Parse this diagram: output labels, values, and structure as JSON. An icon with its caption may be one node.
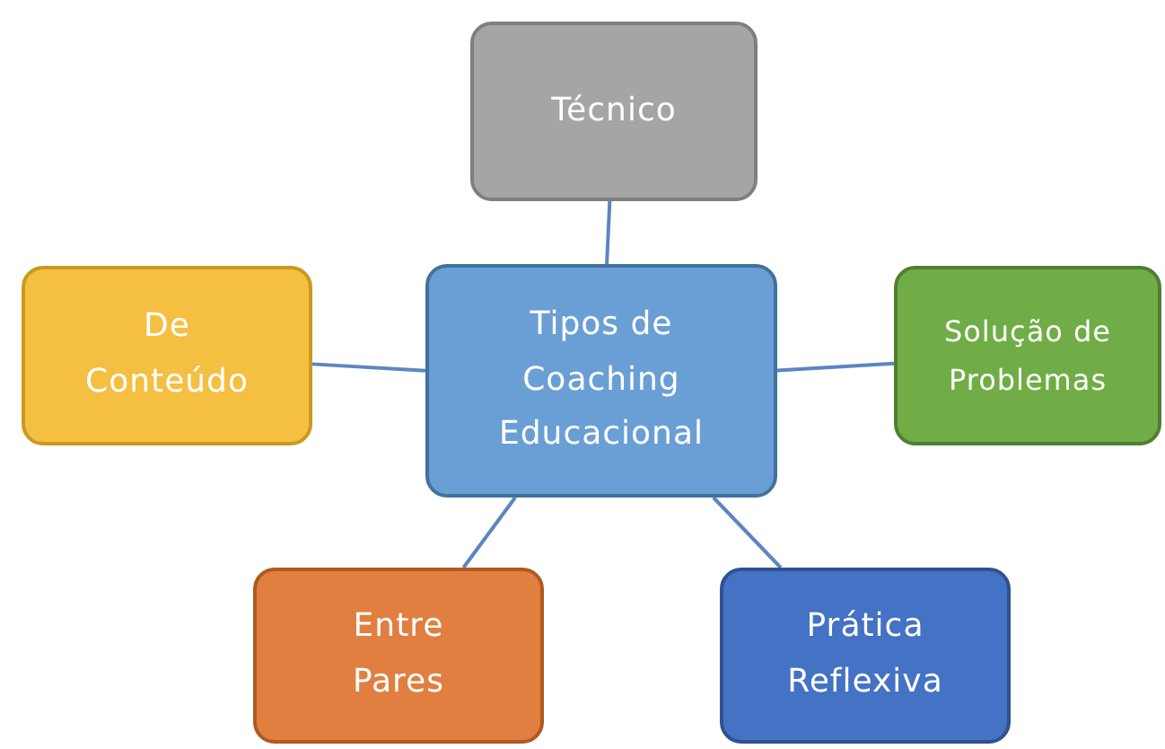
{
  "diagram": {
    "nodes": [
      {
        "text": [
          "Tipos de Coaching Educacional"
        ]
      },
      {
        "text": [
          "Técnico"
        ]
      },
      {
        "text": [
          "De Conteúdo"
        ]
      },
      {
        "text": [
          "Solução de Problemas"
        ]
      },
      {
        "text": [
          "Entre Pares"
        ]
      },
      {
        "text": [
          "Prática Reflexiva"
        ]
      }
    ],
    "edges": [
      {
        "from": 0,
        "to": 1,
        "arrow": "none"
      },
      {
        "from": 0,
        "to": 2,
        "arrow": "none"
      },
      {
        "from": 0,
        "to": 3,
        "arrow": "none"
      },
      {
        "from": 0,
        "to": 4,
        "arrow": "none"
      },
      {
        "from": 0,
        "to": 5,
        "arrow": "none"
      }
    ]
  }
}
